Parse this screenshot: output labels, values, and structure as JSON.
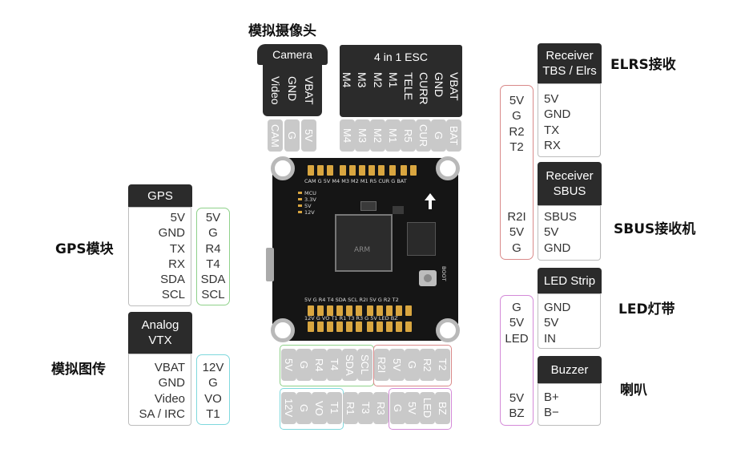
{
  "titles": {
    "analog_camera": "模拟摄像头",
    "elrs": "ELRS接收",
    "gps": "GPS模块",
    "sbus": "SBUS接收机",
    "led": "LED灯带",
    "vtx": "模拟图传",
    "buzzer": "喇叭"
  },
  "camera": {
    "header": "Camera",
    "pins": [
      "Video",
      "GND",
      "VBAT"
    ],
    "pads": [
      "CAM",
      "G",
      "5V"
    ]
  },
  "esc": {
    "header": "4 in 1 ESC",
    "pins": [
      "M4",
      "M3",
      "M2",
      "M1",
      "TELE",
      "CURR",
      "GND",
      "VBAT"
    ],
    "pads": [
      "M4",
      "M3",
      "M2",
      "M1",
      "R5",
      "CUR",
      "G",
      "BAT"
    ]
  },
  "gps": {
    "header": "GPS",
    "device_pins": [
      "5V",
      "GND",
      "TX",
      "RX",
      "SDA",
      "SCL"
    ],
    "fc_pads": [
      "5V",
      "G",
      "R4",
      "T4",
      "SDA",
      "SCL"
    ]
  },
  "vtx": {
    "header_line1": "Analog",
    "header_line2": "VTX",
    "device_pins": [
      "VBAT",
      "GND",
      "Video",
      "SA / IRC"
    ],
    "fc_pads": [
      "12V",
      "G",
      "VO",
      "T1"
    ]
  },
  "elrs": {
    "header_line1": "Receiver",
    "header_line2": "TBS / Elrs",
    "device_pins": [
      "5V",
      "GND",
      "TX",
      "RX"
    ],
    "fc_pads": [
      "5V",
      "G",
      "R2",
      "T2"
    ]
  },
  "sbus": {
    "header_line1": "Receiver",
    "header_line2": "SBUS",
    "device_pins": [
      "SBUS",
      "5V",
      "GND"
    ],
    "fc_pads": [
      "R2I",
      "5V",
      "G"
    ]
  },
  "led": {
    "header": "LED Strip",
    "device_pins": [
      "GND",
      "5V",
      "IN"
    ],
    "fc_pads": [
      "G",
      "5V",
      "LED"
    ]
  },
  "buzzer": {
    "header": "Buzzer",
    "device_pins": [
      "B+",
      "B−"
    ],
    "fc_pads": [
      "5V",
      "BZ"
    ]
  },
  "bottom_row1": [
    "5V",
    "G",
    "R4",
    "T4",
    "SDA",
    "SCL",
    "R2I",
    "5V",
    "G",
    "R2",
    "T2"
  ],
  "bottom_row2": [
    "12V",
    "G",
    "VO",
    "T1",
    "R1",
    "T3",
    "R3",
    "G",
    "5V",
    "LED",
    "BZ"
  ],
  "board": {
    "top_labels": "CAM G  5V M4 M3 M2 M1 R5 CUR G  BAT",
    "bottom_labels_row1": "5V  G  R4 T4 SDA SCL R2I 5V G  R2 T2",
    "bottom_labels_row2": "12V G  VO T1 R1 T3 R3  G  5V LED BZ",
    "leds": [
      "MCU",
      "3.3V",
      "5V",
      "12V"
    ],
    "boot": "BOOT",
    "mcu_mark": "ARM"
  },
  "colors": {
    "green": "#8fd18a",
    "cyan": "#7fd8dd",
    "red": "#d98a8a",
    "purple": "#d48ad8",
    "header": "#2b2b2b",
    "chip": "#c9c9c9",
    "pad": "#d9a640"
  }
}
